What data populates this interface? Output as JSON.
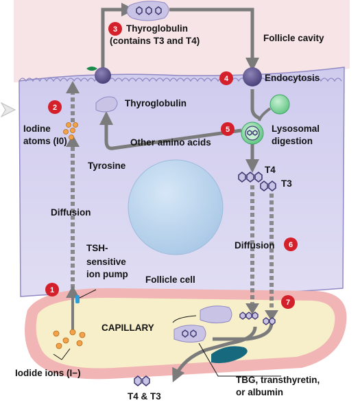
{
  "labels": {
    "follicle_cavity": "Follicle cavity",
    "thyroglobulin_top_1": "Thyroglobulin",
    "thyroglobulin_top_2": "(contains T3 and T4)",
    "thyroglobulin_mid": "Thyroglobulin",
    "endocytosis": "Endocytosis",
    "lysosomal_1": "Lysosomal",
    "lysosomal_2": "digestion",
    "iodine_atoms_1": "Iodine",
    "iodine_atoms_2": "atoms (I0)",
    "other_amino_acids": "Other amino acids",
    "tyrosine": "Tyrosine",
    "t4": "T4",
    "t3": "T3",
    "diffusion_left": "Diffusion",
    "diffusion_right": "Diffusion",
    "tsh_1": "TSH-",
    "tsh_2": "sensitive",
    "tsh_3": "ion pump",
    "follicle_cell": "Follicle cell",
    "capillary": "CAPILLARY",
    "iodide_ions": "Iodide ions (I−)",
    "tbg_1": "TBG, transthyretin,",
    "tbg_2": "or albumin",
    "t4_t3_bottom": "T4 & T3"
  },
  "steps": [
    "1",
    "2",
    "3",
    "4",
    "5",
    "6",
    "7"
  ],
  "colors": {
    "cell": "#d9d6f0",
    "cavity": "#f6e4e6",
    "capillary_wall": "#f2b5b5",
    "plasma": "#f6efc9",
    "arrow": "#7b7b7b",
    "step_badge": "#d4202a",
    "vesicle": "#5a4f8a",
    "protein": "#c9c3e6",
    "lysosome": "#7fd49a",
    "nucleus": "#b8d4ee"
  }
}
